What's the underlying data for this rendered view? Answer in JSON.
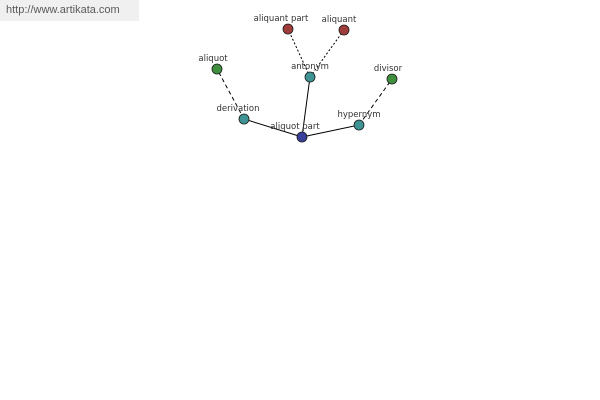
{
  "watermark": "http://www.artikata.com",
  "colors": {
    "center_node": "#3a3f9c",
    "relation_node": "#3e9494",
    "related_word_node": "#3f8f3f",
    "antonym_word_node": "#a03c3c",
    "edge": "#000000",
    "node_outline": "#1a1a1a"
  },
  "graph": {
    "nodes": [
      {
        "id": "aliquot-part",
        "label": "aliquot part",
        "kind": "center_node"
      },
      {
        "id": "derivation",
        "label": "derivation",
        "kind": "relation_node"
      },
      {
        "id": "antonym",
        "label": "antonym",
        "kind": "relation_node"
      },
      {
        "id": "hypernym",
        "label": "hypernym",
        "kind": "relation_node"
      },
      {
        "id": "aliquot",
        "label": "aliquot",
        "kind": "related_word_node"
      },
      {
        "id": "aliquant-part",
        "label": "aliquant part",
        "kind": "antonym_word_node"
      },
      {
        "id": "aliquant",
        "label": "aliquant",
        "kind": "antonym_word_node"
      },
      {
        "id": "divisor",
        "label": "divisor",
        "kind": "related_word_node"
      }
    ],
    "edges": [
      {
        "from": "aliquot-part",
        "to": "derivation",
        "style": "solid"
      },
      {
        "from": "aliquot-part",
        "to": "antonym",
        "style": "solid"
      },
      {
        "from": "aliquot-part",
        "to": "hypernym",
        "style": "solid"
      },
      {
        "from": "derivation",
        "to": "aliquot",
        "style": "dashed"
      },
      {
        "from": "antonym",
        "to": "aliquant-part",
        "style": "dotted"
      },
      {
        "from": "antonym",
        "to": "aliquant",
        "style": "dotted"
      },
      {
        "from": "hypernym",
        "to": "divisor",
        "style": "dashed"
      }
    ]
  }
}
